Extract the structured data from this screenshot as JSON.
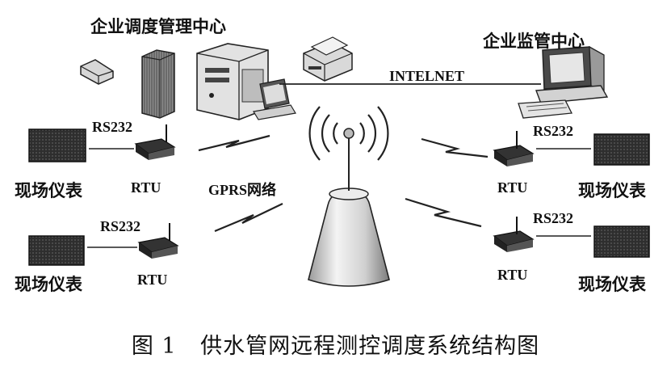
{
  "labels": {
    "hq": "企业调度管理中心",
    "supervision": "企业监管中心",
    "internet": "INTELNET",
    "gprs": "GPRS网络",
    "rs232": "RS232",
    "rtu": "RTU",
    "meter": "现场仪表"
  },
  "caption": {
    "number": "图 1",
    "title": "供水管网远程测控调度系统结构图"
  },
  "colors": {
    "ink": "#111111",
    "device_dark": "#2b2b2b",
    "device_mid": "#8a8a8a",
    "device_light": "#d8d8d8"
  }
}
